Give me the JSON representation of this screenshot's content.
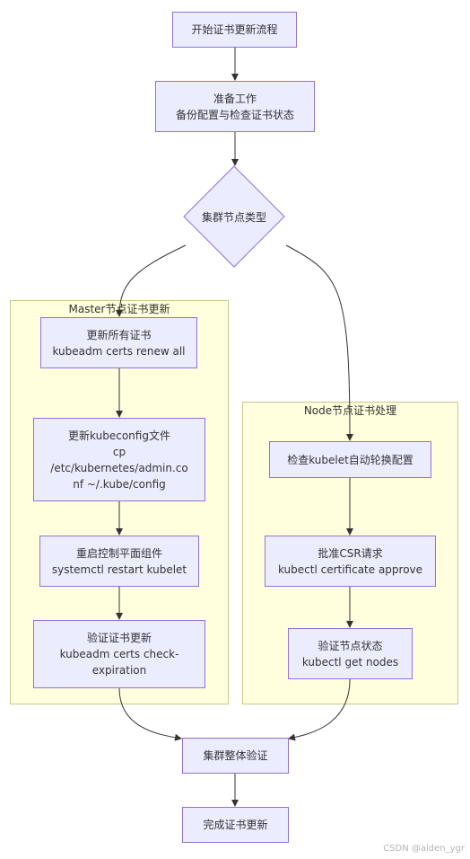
{
  "nodes": {
    "start": [
      "开始证书更新流程"
    ],
    "prepare": [
      "准备工作",
      "备份配置与检查证书状态"
    ],
    "decision": [
      "集群节点类型"
    ],
    "renew_all": [
      "更新所有证书",
      "kubeadm certs renew all"
    ],
    "update_kubeconfig": [
      "更新kubeconfig文件",
      "cp",
      "/etc/kubernetes/admin.co",
      "nf ~/.kube/config"
    ],
    "restart_control": [
      "重启控制平面组件",
      "systemctl restart kubelet"
    ],
    "verify_master": [
      "验证证书更新",
      "kubeadm certs check-",
      "expiration"
    ],
    "check_kubelet": [
      "检查kubelet自动轮换配置"
    ],
    "approve_csr": [
      "批准CSR请求",
      "kubectl certificate approve"
    ],
    "verify_node": [
      "验证节点状态",
      "kubectl get nodes"
    ],
    "cluster_verify": [
      "集群整体验证"
    ],
    "done": [
      "完成证书更新"
    ]
  },
  "clusters": {
    "master": "Master节点证书更新",
    "node": "Node节点证书处理"
  },
  "watermark": "CSDN @alden_ygr",
  "colors": {
    "node_fill": "#ececff",
    "node_border": "#9370db",
    "cluster_fill": "#ffffde",
    "cluster_border": "#c9c98a",
    "edge": "#333333"
  }
}
